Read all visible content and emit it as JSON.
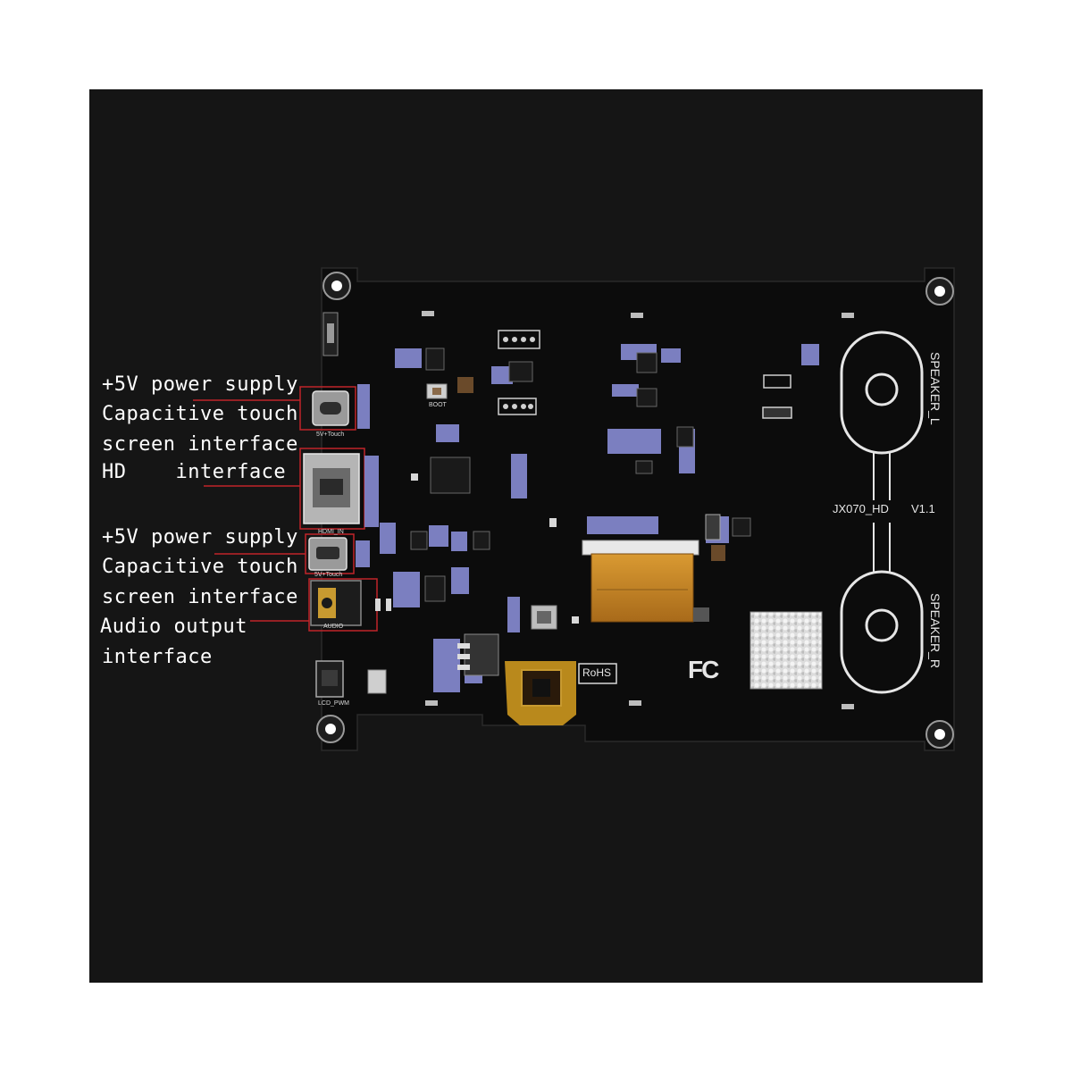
{
  "annotations": [
    {
      "id": "power1",
      "text": "+5V power supply"
    },
    {
      "id": "touch1a",
      "text": "Capacitive touch"
    },
    {
      "id": "touch1b",
      "text": "screen interface"
    },
    {
      "id": "hd",
      "text": "HD    interface"
    },
    {
      "id": "power2",
      "text": "+5V power supply"
    },
    {
      "id": "touch2a",
      "text": "Capacitive touch"
    },
    {
      "id": "touch2b",
      "text": "screen interface"
    },
    {
      "id": "audio_a",
      "text": "Audio output"
    },
    {
      "id": "audio_b",
      "text": "interface"
    }
  ],
  "board": {
    "model": "JX070_HD",
    "version": "V1.1",
    "speaker_left": "SPEAKER_L",
    "speaker_right": "SPEAKER_R",
    "rohs": "RoHS",
    "fc": "FC",
    "port_labels": {
      "touch": "5V+Touch",
      "hdmi": "HDMI_IN",
      "usb": "5V+Touch",
      "audio": "AUDIO",
      "lcd": "LCD_PWM",
      "boot": "BOOT"
    }
  },
  "colors": {
    "background": "#151515",
    "pcb": "#0c0c0c",
    "callout_line": "#c0252a",
    "silkscreen": "#e6e6e6",
    "flex_cable": "#c98a24"
  }
}
